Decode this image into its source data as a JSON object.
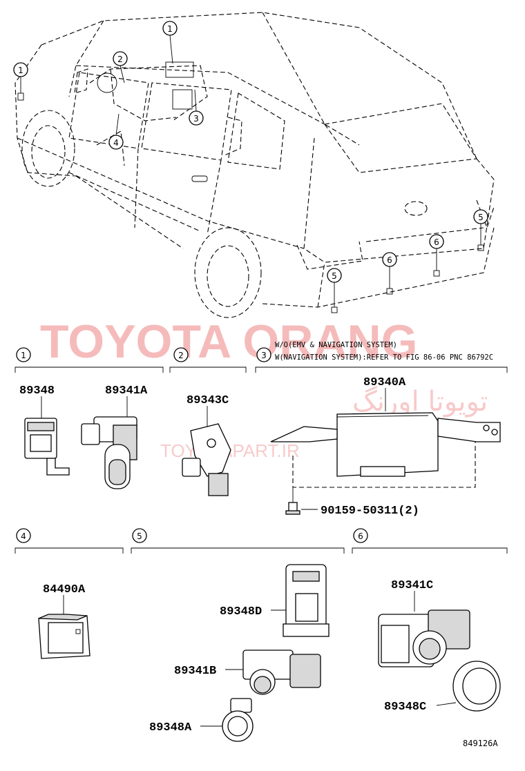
{
  "watermark": {
    "brand": "TOYOTA ORANG",
    "persian": "تویوتا اورنگ",
    "url": "TOYOTAPART.IR"
  },
  "callouts": {
    "c1": "1",
    "c2": "2",
    "c3": "3",
    "c4": "4",
    "c5": "5",
    "c6": "6"
  },
  "sections": [
    {
      "id": "1",
      "parts": [
        "89348",
        "89341A"
      ]
    },
    {
      "id": "2",
      "parts": [
        "89343C"
      ]
    },
    {
      "id": "3",
      "notes": [
        "W/O(EMV & NAVIGATION SYSTEM)",
        "W(NAVIGATION SYSTEM):REFER TO FIG 86-06 PNC 86792C"
      ],
      "parts": [
        "89340A",
        "90159-50311(2)"
      ]
    },
    {
      "id": "4",
      "parts": [
        "84490A"
      ]
    },
    {
      "id": "5",
      "parts": [
        "89348D",
        "89341B",
        "89348A"
      ]
    },
    {
      "id": "6",
      "parts": [
        "89341C",
        "89348C"
      ]
    }
  ],
  "figure_ref": "849126A"
}
